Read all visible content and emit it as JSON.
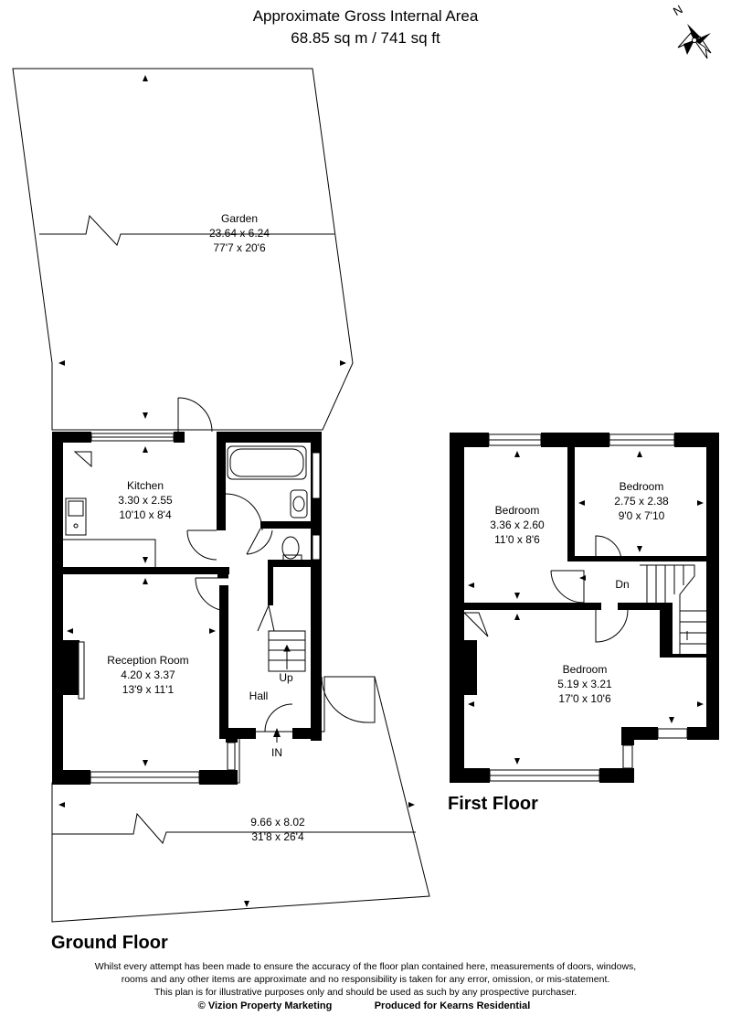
{
  "header": {
    "line1": "Approximate Gross Internal Area",
    "line2": "68.85 sq m / 741 sq ft"
  },
  "compass": {
    "label": "N"
  },
  "rooms": {
    "garden_rear": {
      "name": "Garden",
      "metric": "23.64 x 6.24",
      "imperial": "77'7 x 20'6"
    },
    "kitchen": {
      "name": "Kitchen",
      "metric": "3.30 x 2.55",
      "imperial": "10'10 x 8'4"
    },
    "reception": {
      "name": "Reception Room",
      "metric": "4.20 x 3.37",
      "imperial": "13'9 x 11'1"
    },
    "garden_front": {
      "metric": "9.66 x 8.02",
      "imperial": "31'8 x 26'4"
    },
    "hall": {
      "name": "Hall"
    },
    "stairs_up": {
      "label": "Up"
    },
    "entrance": {
      "label": "IN"
    },
    "bedroom_left": {
      "name": "Bedroom",
      "metric": "3.36 x 2.60",
      "imperial": "11'0 x 8'6"
    },
    "bedroom_right": {
      "name": "Bedroom",
      "metric": "2.75 x 2.38",
      "imperial": "9'0 x 7'10"
    },
    "bedroom_main": {
      "name": "Bedroom",
      "metric": "5.19 x 3.21",
      "imperial": "17'0 x 10'6"
    },
    "stairs_down": {
      "label": "Dn"
    }
  },
  "floors": {
    "ground": "Ground Floor",
    "first": "First Floor"
  },
  "disclaimer": {
    "line1": "Whilst every attempt has been made to ensure the accuracy of the floor plan contained here, measurements of doors, windows,",
    "line2": "rooms and any other items are approximate and no responsibility is taken for any error, omission, or mis-statement.",
    "line3": "This plan is for illustrative purposes only and should be used as such by any prospective purchaser."
  },
  "credits": {
    "left": "© Vizion Property Marketing",
    "right": "Produced for Kearns Residential"
  }
}
